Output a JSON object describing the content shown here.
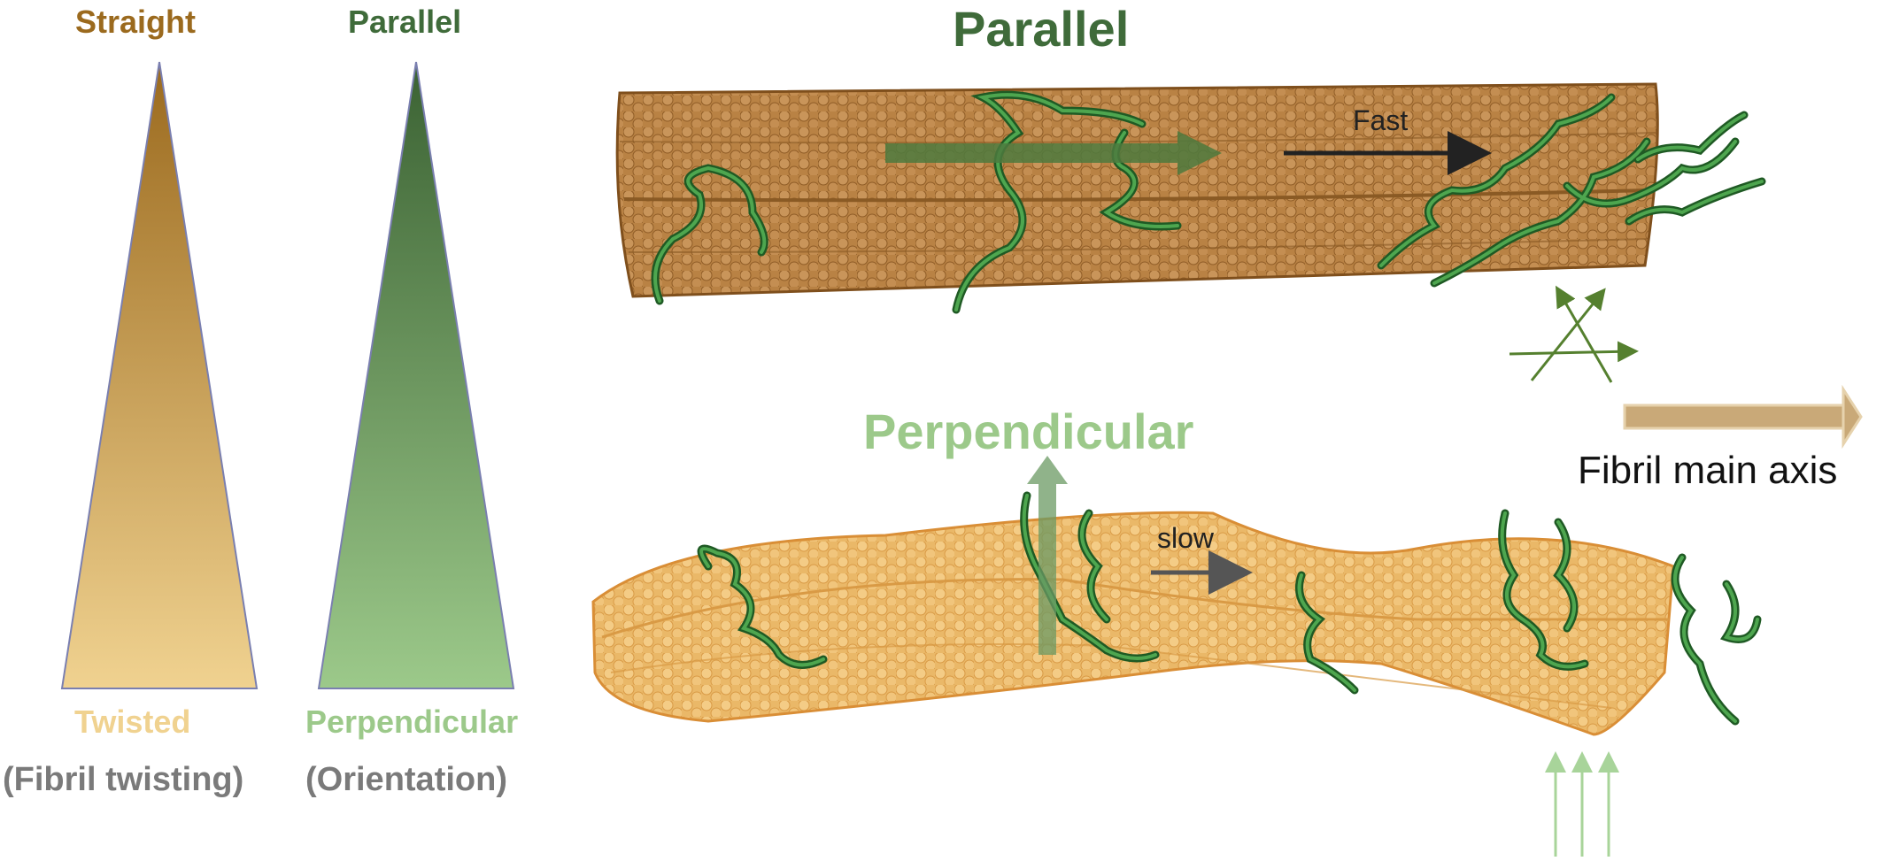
{
  "gradient_scales": {
    "fibril_twisting": {
      "top_label": "Straight",
      "bottom_label": "Twisted",
      "caption": "(Fibril twisting)",
      "top_color": "#9b6a1e",
      "bottom_color": "#f0d290"
    },
    "orientation": {
      "top_label": "Parallel",
      "bottom_label": "Perpendicular",
      "caption": "(Orientation)",
      "top_color": "#3f6b3a",
      "bottom_color": "#9cc98a"
    }
  },
  "top_fibril": {
    "heading": "Parallel",
    "speed_label": "Fast",
    "fibril_color": "#c08a4a"
  },
  "bottom_fibril": {
    "heading": "Perpendicular",
    "speed_label": "slow",
    "fibril_color": "#efbc6a"
  },
  "axis_legend": {
    "label": "Fibril main axis",
    "arrow_color": "#c9a978"
  },
  "colors": {
    "chain_green": "#2f7a34",
    "caption_gray": "#7a7a7a",
    "parallel_heading": "#3f6b3a",
    "perpendicular_heading": "#9cc98a",
    "caption_dark": "#5f5f5f"
  }
}
